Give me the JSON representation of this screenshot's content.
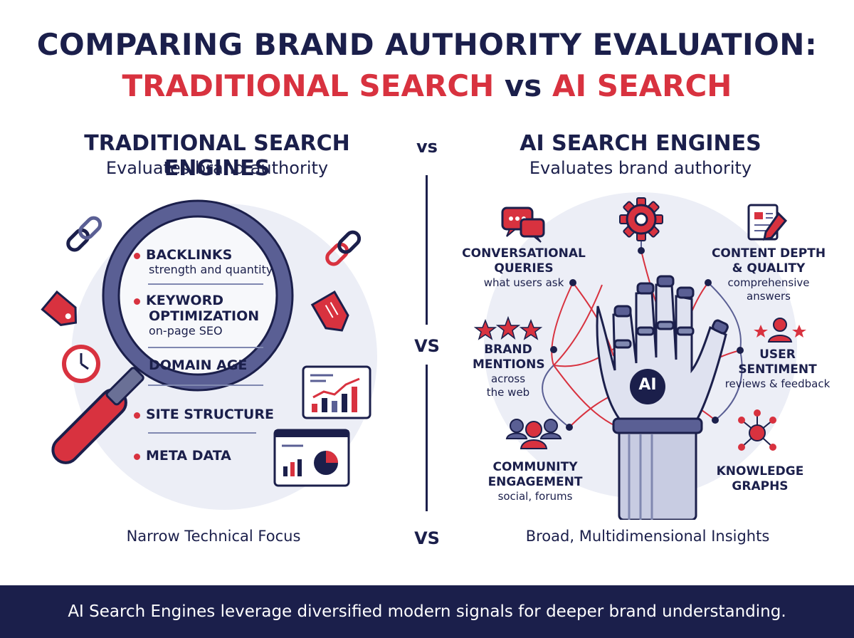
{
  "title": {
    "line1": "COMPARING BRAND AUTHORITY EVALUATION:",
    "line2_left": "TRADITIONAL SEARCH",
    "line2_vs": "vs",
    "line2_right": "AI SEARCH"
  },
  "left": {
    "heading": "TRADITIONAL SEARCH ENGINES",
    "subheading": "Evaluates brand authority",
    "items": [
      {
        "label": "BACKLINKS",
        "sub": "strength and quantity"
      },
      {
        "label": "KEYWORD",
        "label2": "OPTIMIZATION",
        "sub": "on-page SEO"
      },
      {
        "label": "DOMAIN AGE"
      },
      {
        "label": "SITE STRUCTURE"
      },
      {
        "label": "META DATA"
      }
    ],
    "bottom": "Narrow Technical Focus"
  },
  "vs_labels": {
    "top": "vs",
    "middle": "VS",
    "bottom": "VS"
  },
  "right": {
    "heading": "AI SEARCH ENGINES",
    "subheading": "Evaluates brand authority",
    "hand_badge": "AI",
    "items": {
      "conversational": {
        "label": "CONVERSATIONAL",
        "label2": "QUERIES",
        "sub": "what users ask"
      },
      "content": {
        "label": "CONTENT DEPTH",
        "label2": "& QUALITY",
        "sub": "comprehensive",
        "sub2": "answers"
      },
      "mentions": {
        "label": "BRAND",
        "label2": "MENTIONS",
        "sub": "across",
        "sub2": "the web"
      },
      "sentiment": {
        "label": "USER",
        "label2": "SENTIMENT",
        "sub": "reviews & feedback"
      },
      "community": {
        "label": "COMMUNITY",
        "label2": "ENGAGEMENT",
        "sub": "social, forums"
      },
      "knowledge": {
        "label": "KNOWLEDGE",
        "label2": "GRAPHS"
      }
    },
    "bottom": "Broad, Multidimensional Insights"
  },
  "footer": "AI Search Engines leverage diversified modern signals for deeper brand understanding.",
  "colors": {
    "navy": "#1b1f4b",
    "red": "#d8323f",
    "circle_bg": "#eceef6"
  }
}
